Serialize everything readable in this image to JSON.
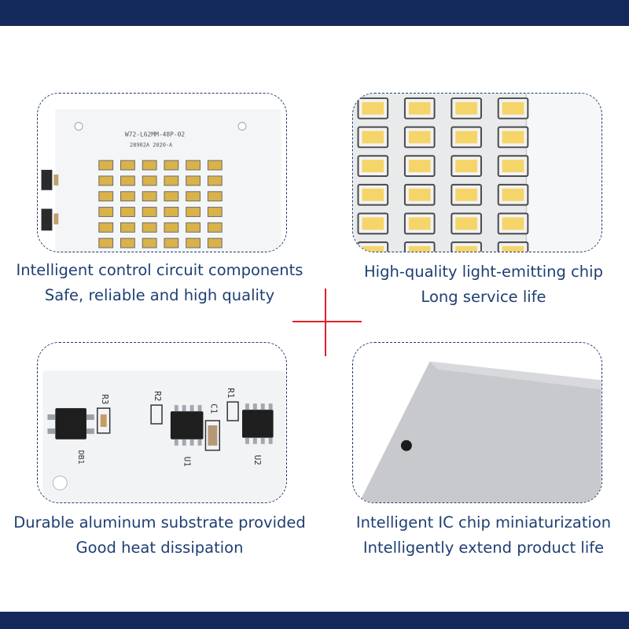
{
  "panels": [
    {
      "id": "circuit",
      "board_text_1": "W72-L62MM-48P-02",
      "board_text_2": "28902A 2020-A",
      "caption_line1": "Intelligent control circuit components",
      "caption_line2": "Safe, reliable and high quality"
    },
    {
      "id": "led-chip",
      "caption_line1": "High-quality light-emitting chip",
      "caption_line2": "Long service life"
    },
    {
      "id": "substrate",
      "labels": {
        "r3": "R3",
        "r2": "R2",
        "r1": "R1",
        "c1": "C1",
        "u1": "U1",
        "u2": "U2",
        "db1": "DB1"
      },
      "caption_line1": "Durable aluminum substrate provided",
      "caption_line2": "Good heat dissipation"
    },
    {
      "id": "ic-chip",
      "caption_line1": "Intelligent IC chip miniaturization",
      "caption_line2": "Intelligently extend product life"
    }
  ],
  "colors": {
    "band": "#13295b",
    "caption": "#1f3f73",
    "cross": "#e0202a",
    "panel_border": "#1f3a68",
    "led_yellow": "#f5d56a"
  }
}
